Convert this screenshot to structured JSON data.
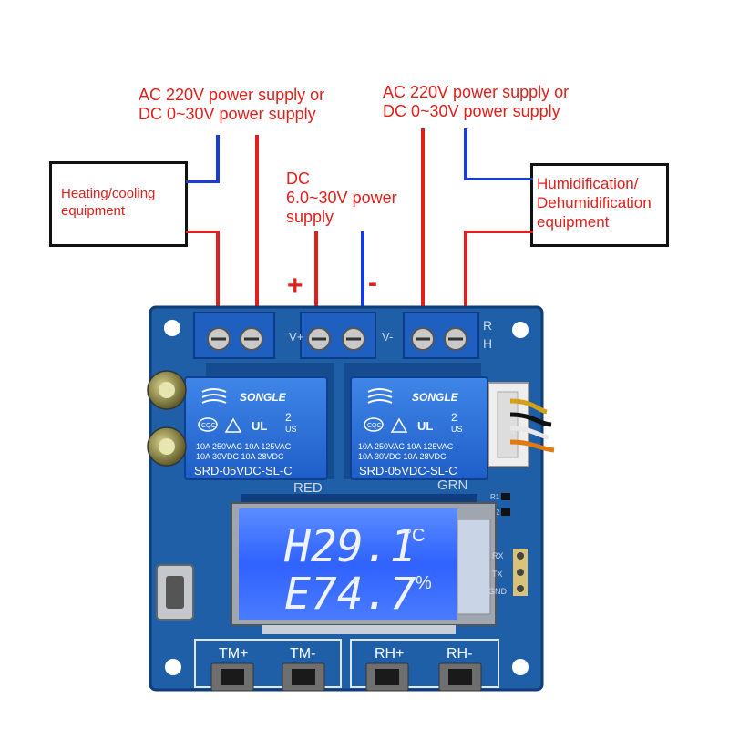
{
  "labels": {
    "left_supply_line1": "AC 220V power supply or",
    "left_supply_line2": "DC 0~30V power supply",
    "right_supply_line1": "AC 220V power supply or",
    "right_supply_line2": "DC 0~30V power supply",
    "dc_line1": "DC",
    "dc_line2": "6.0~30V power",
    "dc_line3": "supply",
    "plus": "+",
    "minus": "-"
  },
  "left_box": {
    "line1": "Heating/cooling",
    "line2": "equipment"
  },
  "right_box": {
    "line1": "Humidification/",
    "line2": "Dehumidification",
    "line3": "equipment"
  },
  "board": {
    "header_v_plus": "V+",
    "header_v_minus": "V-",
    "header_r": "R",
    "header_h": "H",
    "relay_brand": "SONGLE",
    "relay_spec1": "10A 250VAC  10A 125VAC",
    "relay_spec2": "10A 30VDC   10A 28VDC",
    "relay_model": "SRD-05VDC-SL-C",
    "red_led": "RED",
    "grn_led": "GRN",
    "r1": "R1",
    "r2": "R2",
    "rx": "RX",
    "tx": "TX",
    "gnd": "GND",
    "ul_2": "2",
    "ul_us": "US",
    "cqc": "CQC"
  },
  "display": {
    "line1_value": "H29.1",
    "line1_unit": "°C",
    "line2_value": "E74.7",
    "line2_unit": "%"
  },
  "buttons": {
    "tm_plus": "TM+",
    "tm_minus": "TM-",
    "rh_plus": "RH+",
    "rh_minus": "RH-"
  },
  "colors": {
    "red_wire": "#e0201c",
    "blue_wire": "#1a3bd8",
    "pcb": "#1f5fa8",
    "relay": "#2a6fd6",
    "lcd": "#3f7bff"
  }
}
